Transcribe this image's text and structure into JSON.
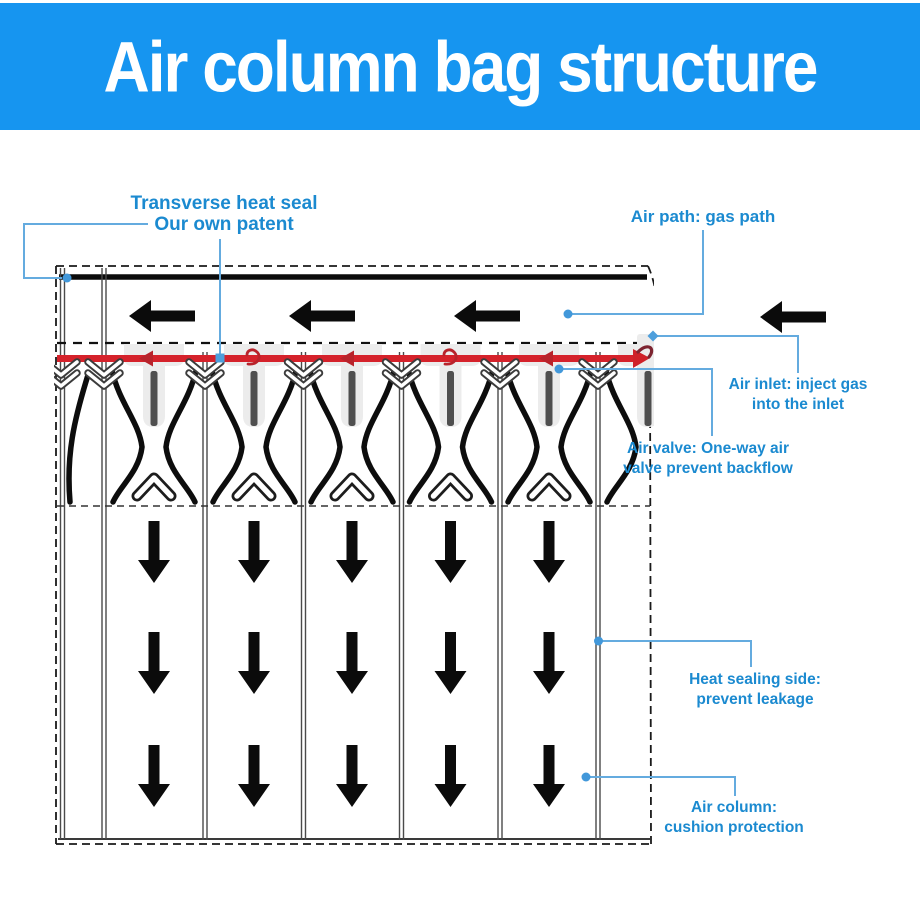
{
  "header": {
    "title": "Air column bag structure",
    "background_color": "#1695f0",
    "text_color": "#ffffff"
  },
  "annotations": {
    "transverse_heat_seal": {
      "line1": "Transverse heat seal",
      "line2": "Our own patent"
    },
    "air_path": {
      "line1": "Air path: gas path"
    },
    "air_inlet": {
      "line1": "Air inlet: inject gas",
      "line2": "into the inlet"
    },
    "air_valve": {
      "line1": "Air valve: One-way air",
      "line2": "valve prevent backflow"
    },
    "heat_sealing_side": {
      "line1": "Heat sealing side:",
      "line2": "prevent leakage"
    },
    "air_column": {
      "line1": "Air column:",
      "line2": "cushion protection"
    }
  },
  "colors": {
    "annotation_text": "#1b8ad0",
    "leader_line": "#64abdf",
    "heat_seal_red": "#d5222b",
    "diagram_black": "#0b0b0b",
    "valve_gray": "#ececec",
    "valve_bar_gray": "#4f4f4f"
  }
}
